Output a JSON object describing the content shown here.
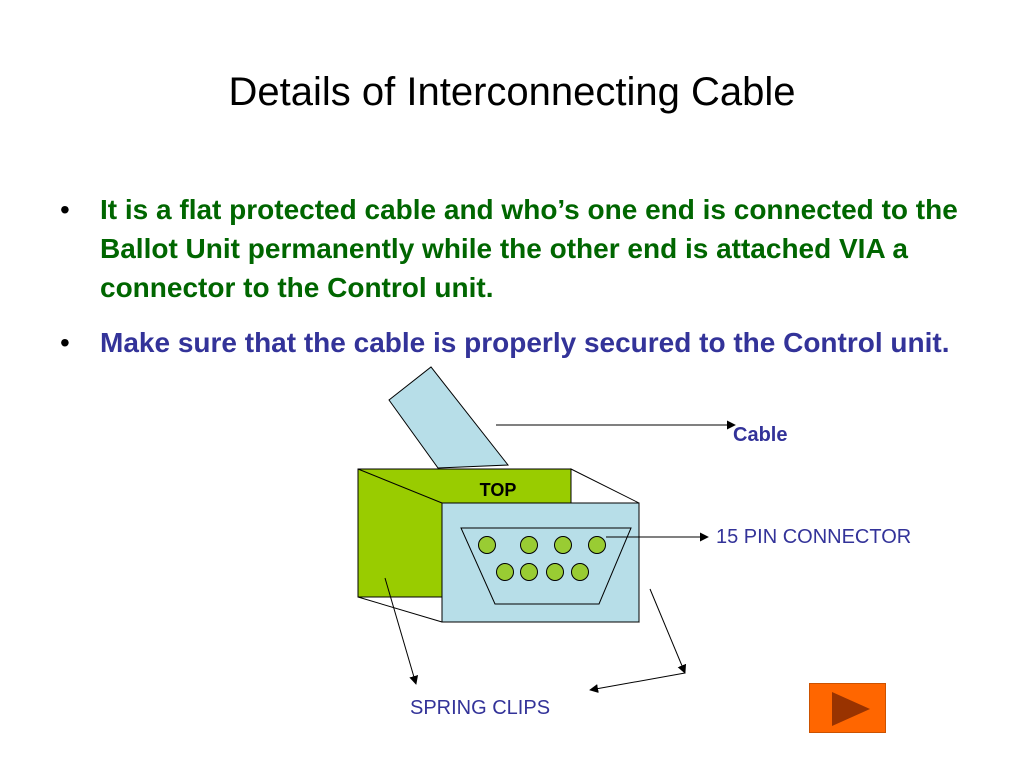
{
  "slide": {
    "title": "Details of Interconnecting Cable",
    "bullets": [
      "It is a flat protected cable and who’s one end is connected to the Ballot Unit permanently while the other end is attached VIA a connector to the Control unit.",
      "Make sure that the cable is properly secured to the Control unit."
    ]
  },
  "diagram": {
    "labels": {
      "cable": "Cable",
      "top": "TOP",
      "connector": "15 PIN CONNECTOR",
      "spring_clips": "SPRING CLIPS"
    },
    "colors": {
      "block_green": "#99cc00",
      "connector_face": "#b7dee8",
      "pin": "#99cc33",
      "cable": "#b7dee8"
    }
  },
  "navigation": {
    "next_icon": "play-triangle-icon",
    "button_color": "#ff6600",
    "icon_color": "#993300"
  }
}
